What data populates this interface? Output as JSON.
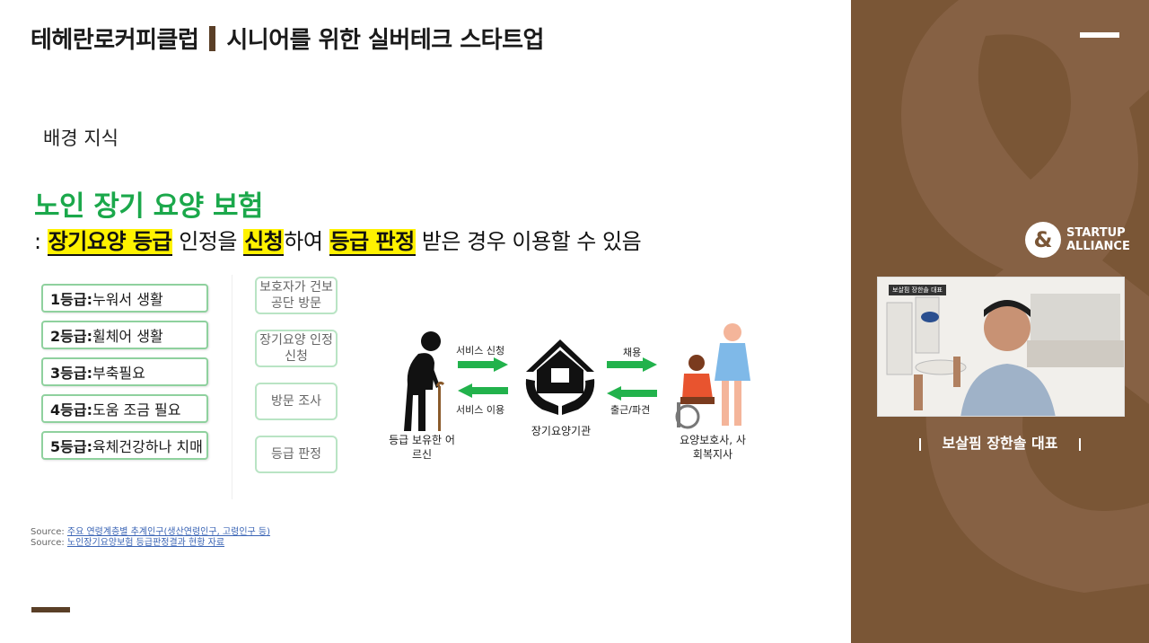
{
  "slide": {
    "title_left": "테헤란로커피클럽",
    "title_right": "시니어를 위한 실버테크 스타트업",
    "section_label": "배경 지식",
    "main_heading": "노인 장기 요양 보험",
    "sub_prefix": ": ",
    "sub_hl1": "장기요양 등급",
    "sub_t1": " 인정을 ",
    "sub_hl2": "신청",
    "sub_t2": "하여 ",
    "sub_hl3": "등급 판정",
    "sub_t3": " 받은 경우 이용할 수 있음",
    "grades": [
      {
        "level": "1등급:",
        "desc": " 누워서 생활"
      },
      {
        "level": "2등급:",
        "desc": " 휠체어 생활"
      },
      {
        "level": "3등급:",
        "desc": " 부축필요"
      },
      {
        "level": "4등급:",
        "desc": " 도움 조금 필요"
      },
      {
        "level": "5등급:",
        "desc": " 육체건강하나 치매"
      }
    ],
    "steps": [
      "보호자가 건보공단 방문",
      "장기요양 인정신청",
      "방문 조사",
      "등급 판정"
    ],
    "diagram": {
      "elder_label": "등급 보유한 어르신",
      "institution_label": "장기요양기관",
      "caregiver_label": "요양보호사, 사회복지사",
      "arrow_service_apply": "서비스 신청",
      "arrow_service_use": "서비스 이용",
      "arrow_hire": "채용",
      "arrow_commute": "출근/파견"
    },
    "sources": [
      {
        "prefix": "Source: ",
        "text": "주요 연령계층별 추계인구(생산연령인구, 고령인구 등)"
      },
      {
        "prefix": "Source: ",
        "text": "노인장기요양보험 등급판정결과 현황 자료"
      }
    ]
  },
  "panel": {
    "brand_line1": "STARTUP",
    "brand_line2": "ALLIANCE",
    "brand_mark": "&",
    "webcam_tag": "보살핌 장한솔 대표",
    "speaker": "보살핌 장한솔 대표"
  },
  "colors": {
    "accent_green": "#1ba84b",
    "highlight": "#fff200",
    "panel_brown": "#7a5636",
    "arrow_green": "#22b24c"
  }
}
